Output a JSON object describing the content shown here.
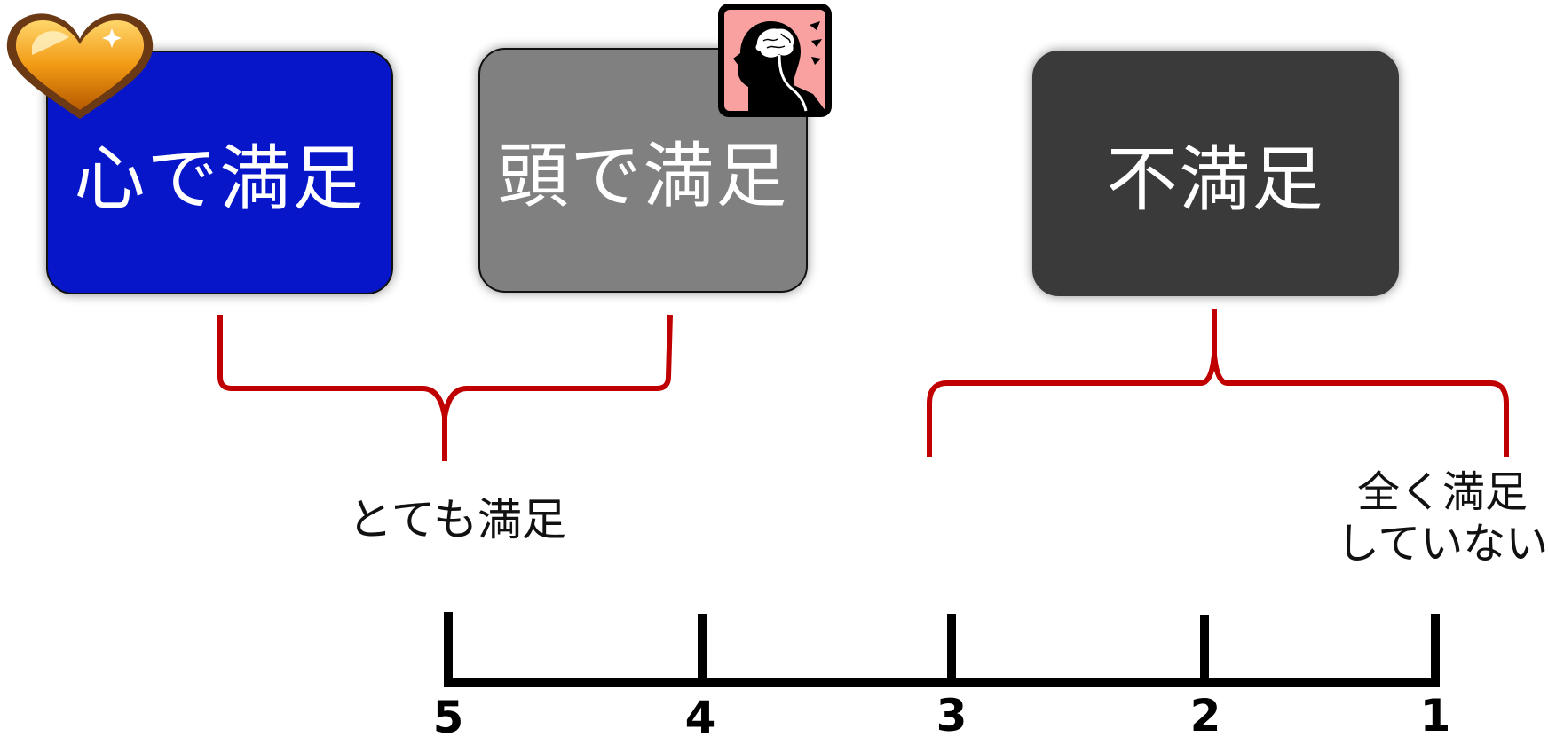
{
  "boxes": {
    "heart": {
      "label": "心で満足",
      "icon": "heart-icon",
      "color": "#0716c9"
    },
    "head": {
      "label": "頭で満足",
      "icon": "brain-head-icon",
      "color": "#808080"
    },
    "none": {
      "label": "不満足",
      "color": "#3a3a3a"
    }
  },
  "labels": {
    "very_satisfied": "とても満足",
    "not_satisfied_line1": "全く満足",
    "not_satisfied_line2": "していない"
  },
  "scale": {
    "ticks": [
      "5",
      "4",
      "3",
      "2",
      "1"
    ]
  },
  "colors": {
    "bracket": "#c00000",
    "axis": "#000000"
  }
}
